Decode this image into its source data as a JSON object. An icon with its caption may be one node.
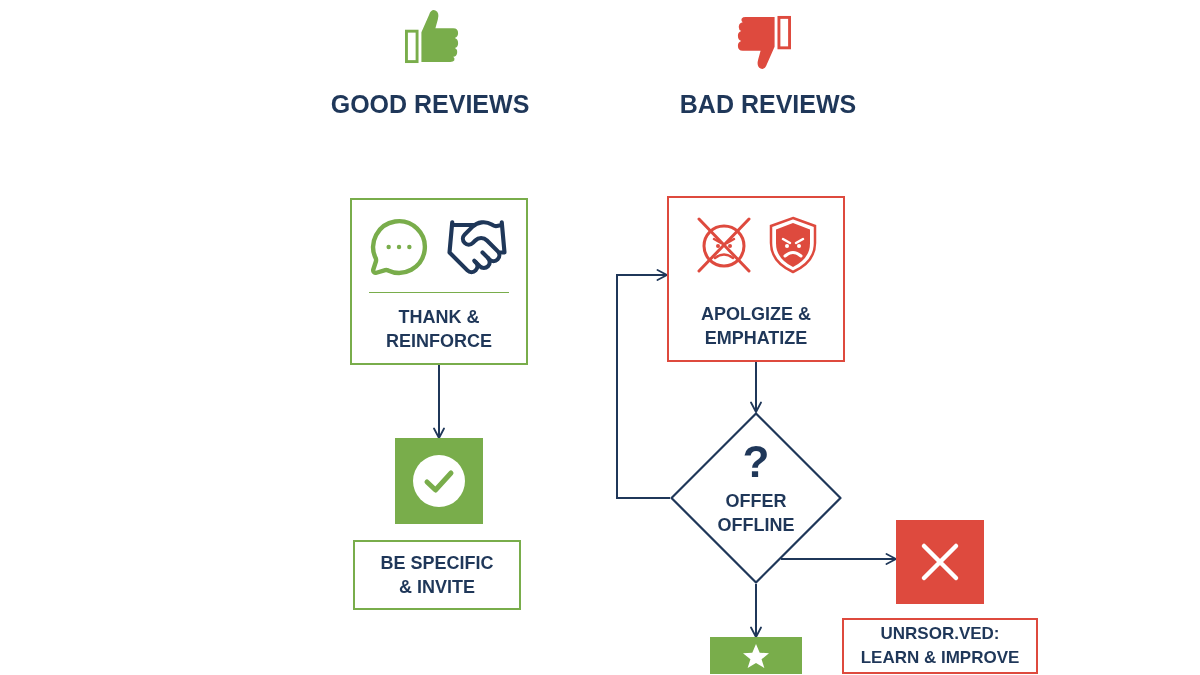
{
  "diagram": {
    "nodes": [
      {
        "text": [
          "THANK & REINFORCE"
        ]
      },
      {
        "text": [],
        "shape": "box"
      },
      {
        "text": [
          "BE SPECIFIC & INVITE"
        ]
      },
      {
        "text": [
          "APOLGIZE & EMPHATIZE"
        ]
      },
      {
        "text": [
          "?",
          "OFFER OFFLINE"
        ]
      },
      {
        "text": [],
        "shape": "box"
      },
      {
        "text": [
          "UNRSOR.VED: LEARN & IMPROVE"
        ]
      },
      {
        "text": [],
        "shape": "box"
      }
    ],
    "edges": [
      {
        "from": 0,
        "to": 1,
        "arrow": "to"
      },
      {
        "from": 3,
        "to": 4,
        "arrow": "to"
      },
      {
        "from": 4,
        "to": 3,
        "arrow": "to"
      },
      {
        "from": 4,
        "to": 5,
        "arrow": "to"
      },
      {
        "from": 4,
        "to": 7,
        "arrow": "to"
      }
    ],
    "labels": [
      "GOOD REVIEWS",
      "BAD REVIEWS"
    ]
  }
}
